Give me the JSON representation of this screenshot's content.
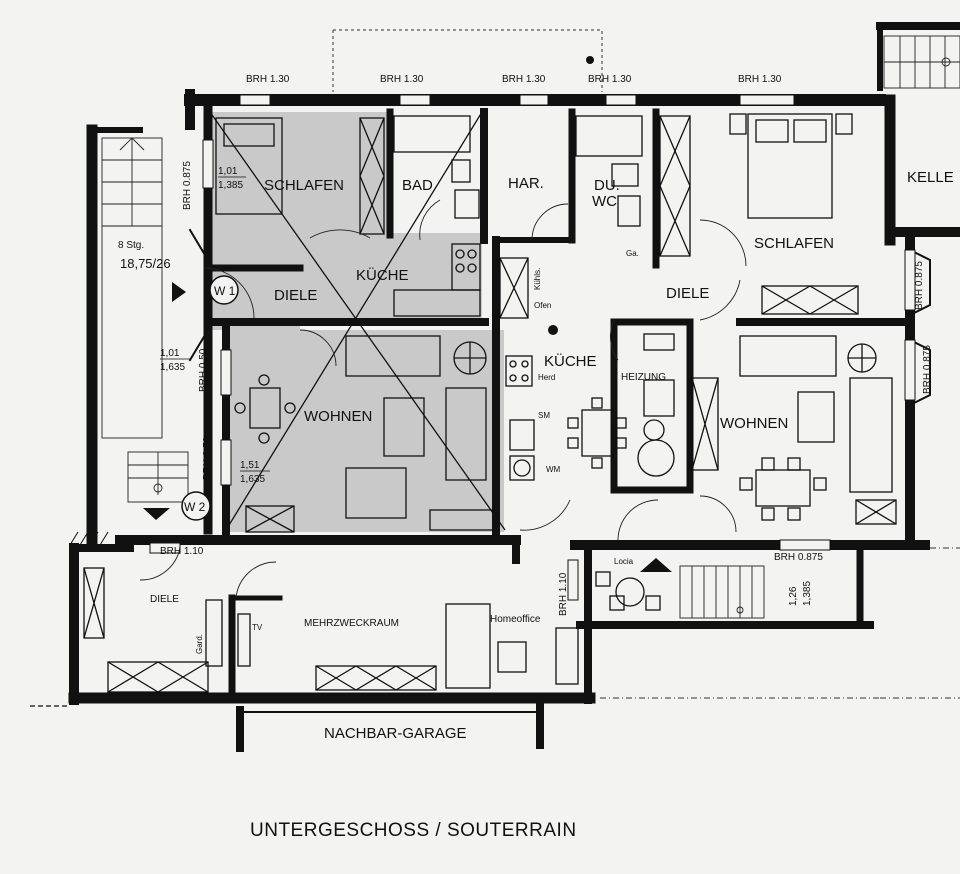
{
  "plan": {
    "title": "UNTERGESCHOSS / SOUTERRAIN",
    "neighbor_label": "NACHBAR-GARAGE",
    "colors": {
      "wall": "#111111",
      "shaded_room": "#c9c9c9",
      "paper": "#f3f3f1"
    },
    "rooms": {
      "schlafen_left": "SCHLAFEN",
      "bad": "BAD",
      "har": "HAR.",
      "du": "DU.",
      "wc": "WC",
      "schlafen_right": "SCHLAFEN",
      "keller": "KELLE",
      "kueche_left": "KÜCHE",
      "diele_left": "DIELE",
      "diele_right": "DIELE",
      "kueche_right": "KÜCHE",
      "heizung": "HEIZUNG",
      "wohnen_left": "WOHNEN",
      "wohnen_right": "WOHNEN",
      "diele_lower": "DIELE",
      "mehrzweckraum": "MEHRZWECKRAUM",
      "homeoffice": "Homeoffice",
      "loggia": "Locia"
    },
    "brh": {
      "top_1": "BRH 1.30",
      "top_2": "BRH 1.30",
      "top_3": "BRH 1.30",
      "top_4": "BRH 1.30",
      "top_5": "BRH 1.30",
      "left_1": "BRH 0.875",
      "left_2": "BRH 0.50",
      "left_3": "BRH 0.50",
      "right_1": "BRH 0.875",
      "right_2": "BRH 0.875",
      "lower_left": "BRH 1.10",
      "lower_mid": "BRH 1.10",
      "lower_right": "BRH 0.875"
    },
    "dims": {
      "a_top": "1,01",
      "a_bot": "1,385",
      "b_top": "1,01",
      "b_bot": "1,635",
      "c_top": "1,51",
      "c_bot": "1,635",
      "d_top": "1,26",
      "d_bot": "1,385"
    },
    "stairs": {
      "steps": "8 Stg.",
      "ratio": "18,75/26"
    },
    "markers": {
      "w1": "W 1",
      "w2": "W 2"
    },
    "appliances": {
      "kuehlschrank": "Kühls.",
      "ofen": "Ofen",
      "herd": "Herd",
      "spuelmaschine": "SM",
      "waschmaschine": "WM",
      "ga": "Ga."
    },
    "furniture": {
      "garderobe": "Gard.",
      "tv": "TV"
    }
  }
}
